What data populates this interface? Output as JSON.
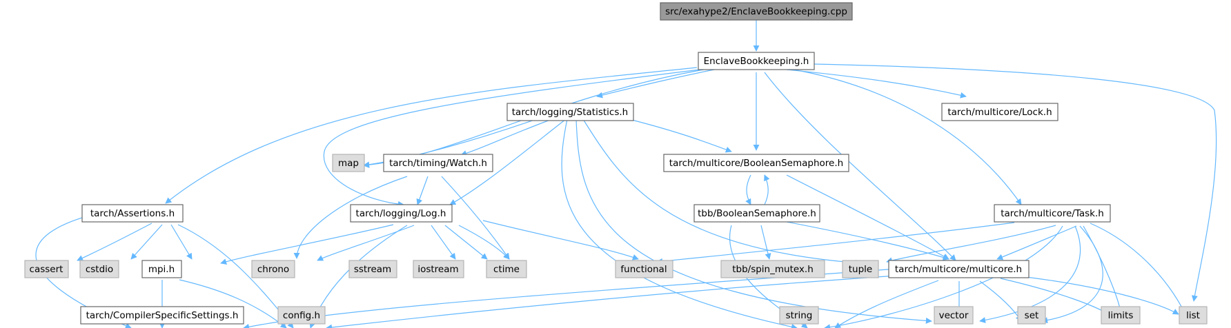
{
  "nodes": {
    "root": "src/exahype2/EnclaveBookkeeping.cpp",
    "enclave": "EnclaveBookkeeping.h",
    "statistics": "tarch/logging/Statistics.h",
    "lock": "tarch/multicore/Lock.h",
    "map": "map",
    "watch": "tarch/timing/Watch.h",
    "boolsem": "tarch/multicore/BooleanSemaphore.h",
    "assertions": "tarch/Assertions.h",
    "log": "tarch/logging/Log.h",
    "tbbsem": "tbb/BooleanSemaphore.h",
    "task": "tarch/multicore/Task.h",
    "cassert": "cassert",
    "cstdio": "cstdio",
    "mpi": "mpi.h",
    "chrono": "chrono",
    "sstream": "sstream",
    "iostream": "iostream",
    "ctime": "ctime",
    "functional": "functional",
    "spin": "tbb/spin_mutex.h",
    "tuple": "tuple",
    "multicore": "tarch/multicore/multicore.h",
    "compiler": "tarch/CompilerSpecificSettings.h",
    "config": "config.h",
    "string": "string",
    "vector": "vector",
    "set": "set",
    "limits": "limits",
    "list": "list"
  },
  "colors": {
    "edge": "#63b8ff",
    "node_border": "#666666",
    "root_fill": "#999999",
    "system_fill": "#dddddd"
  }
}
